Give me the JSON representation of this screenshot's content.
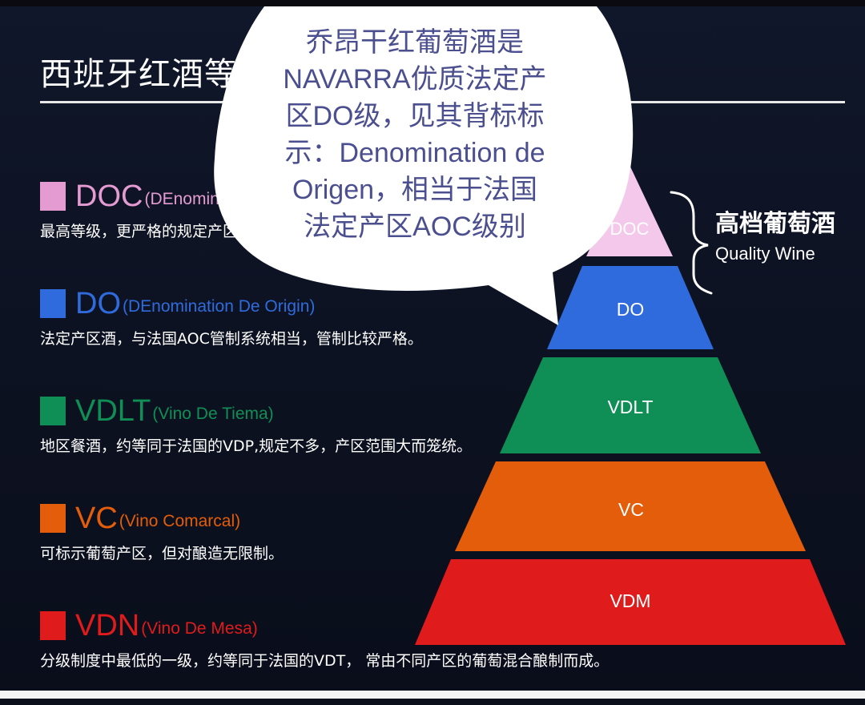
{
  "title": "西班牙红酒等级",
  "levels": [
    {
      "code": "DOC",
      "full": "(DEnominatio",
      "desc": "最高等级，更严格的规定产区",
      "color": "#e49bd2"
    },
    {
      "code": "DO",
      "full": "(DEnomination De Origin)",
      "desc": "法定产区酒，与法国AOC管制系统相当，管制比较严格。",
      "color": "#2f6bdc"
    },
    {
      "code": "VDLT",
      "full": "(Vino De Tiema)",
      "desc": "地区餐酒，约等同于法国的VDP,规定不多，产区范围大而笼统。",
      "color": "#0f8f55"
    },
    {
      "code": "VC",
      "full": "(Vino Comarcal)",
      "desc": "可标示葡萄产区，但对酿造无限制。",
      "color": "#e35d0a"
    },
    {
      "code": "VDN",
      "full": "(Vino De Mesa)",
      "desc": "分级制度中最低的一级，约等同于法国的VDT， 常由不同产区的葡萄混合酿制而成。",
      "color": "#e01b1b"
    }
  ],
  "pyramid": {
    "tiers": [
      {
        "label": "DOC",
        "color": "#f4c8ea",
        "text_color": "#ffffff"
      },
      {
        "label": "DO",
        "color": "#2f6bdc",
        "text_color": "#ffffff"
      },
      {
        "label": "VDLT",
        "color": "#0f8f55",
        "text_color": "#ffffff"
      },
      {
        "label": "VC",
        "color": "#e35d0a",
        "text_color": "#ffffff"
      },
      {
        "label": "VDM",
        "color": "#e01b1b",
        "text_color": "#ffffff"
      }
    ]
  },
  "brace": {
    "cn": "高档葡萄酒",
    "en": "Quality Wine"
  },
  "bubble": {
    "text": "乔昂干红葡萄酒是NAVARRA优质法定产区DO级，见其背标标示：Denomination de Origen，相当于法国法定产区AOC级别",
    "lines": [
      "乔昂干红葡萄酒是",
      "NAVARRA优质法定产",
      "区DO级，见其背标标",
      "示：Denomination de",
      "Origen，相当于法国",
      "法定产区AOC级别"
    ]
  }
}
